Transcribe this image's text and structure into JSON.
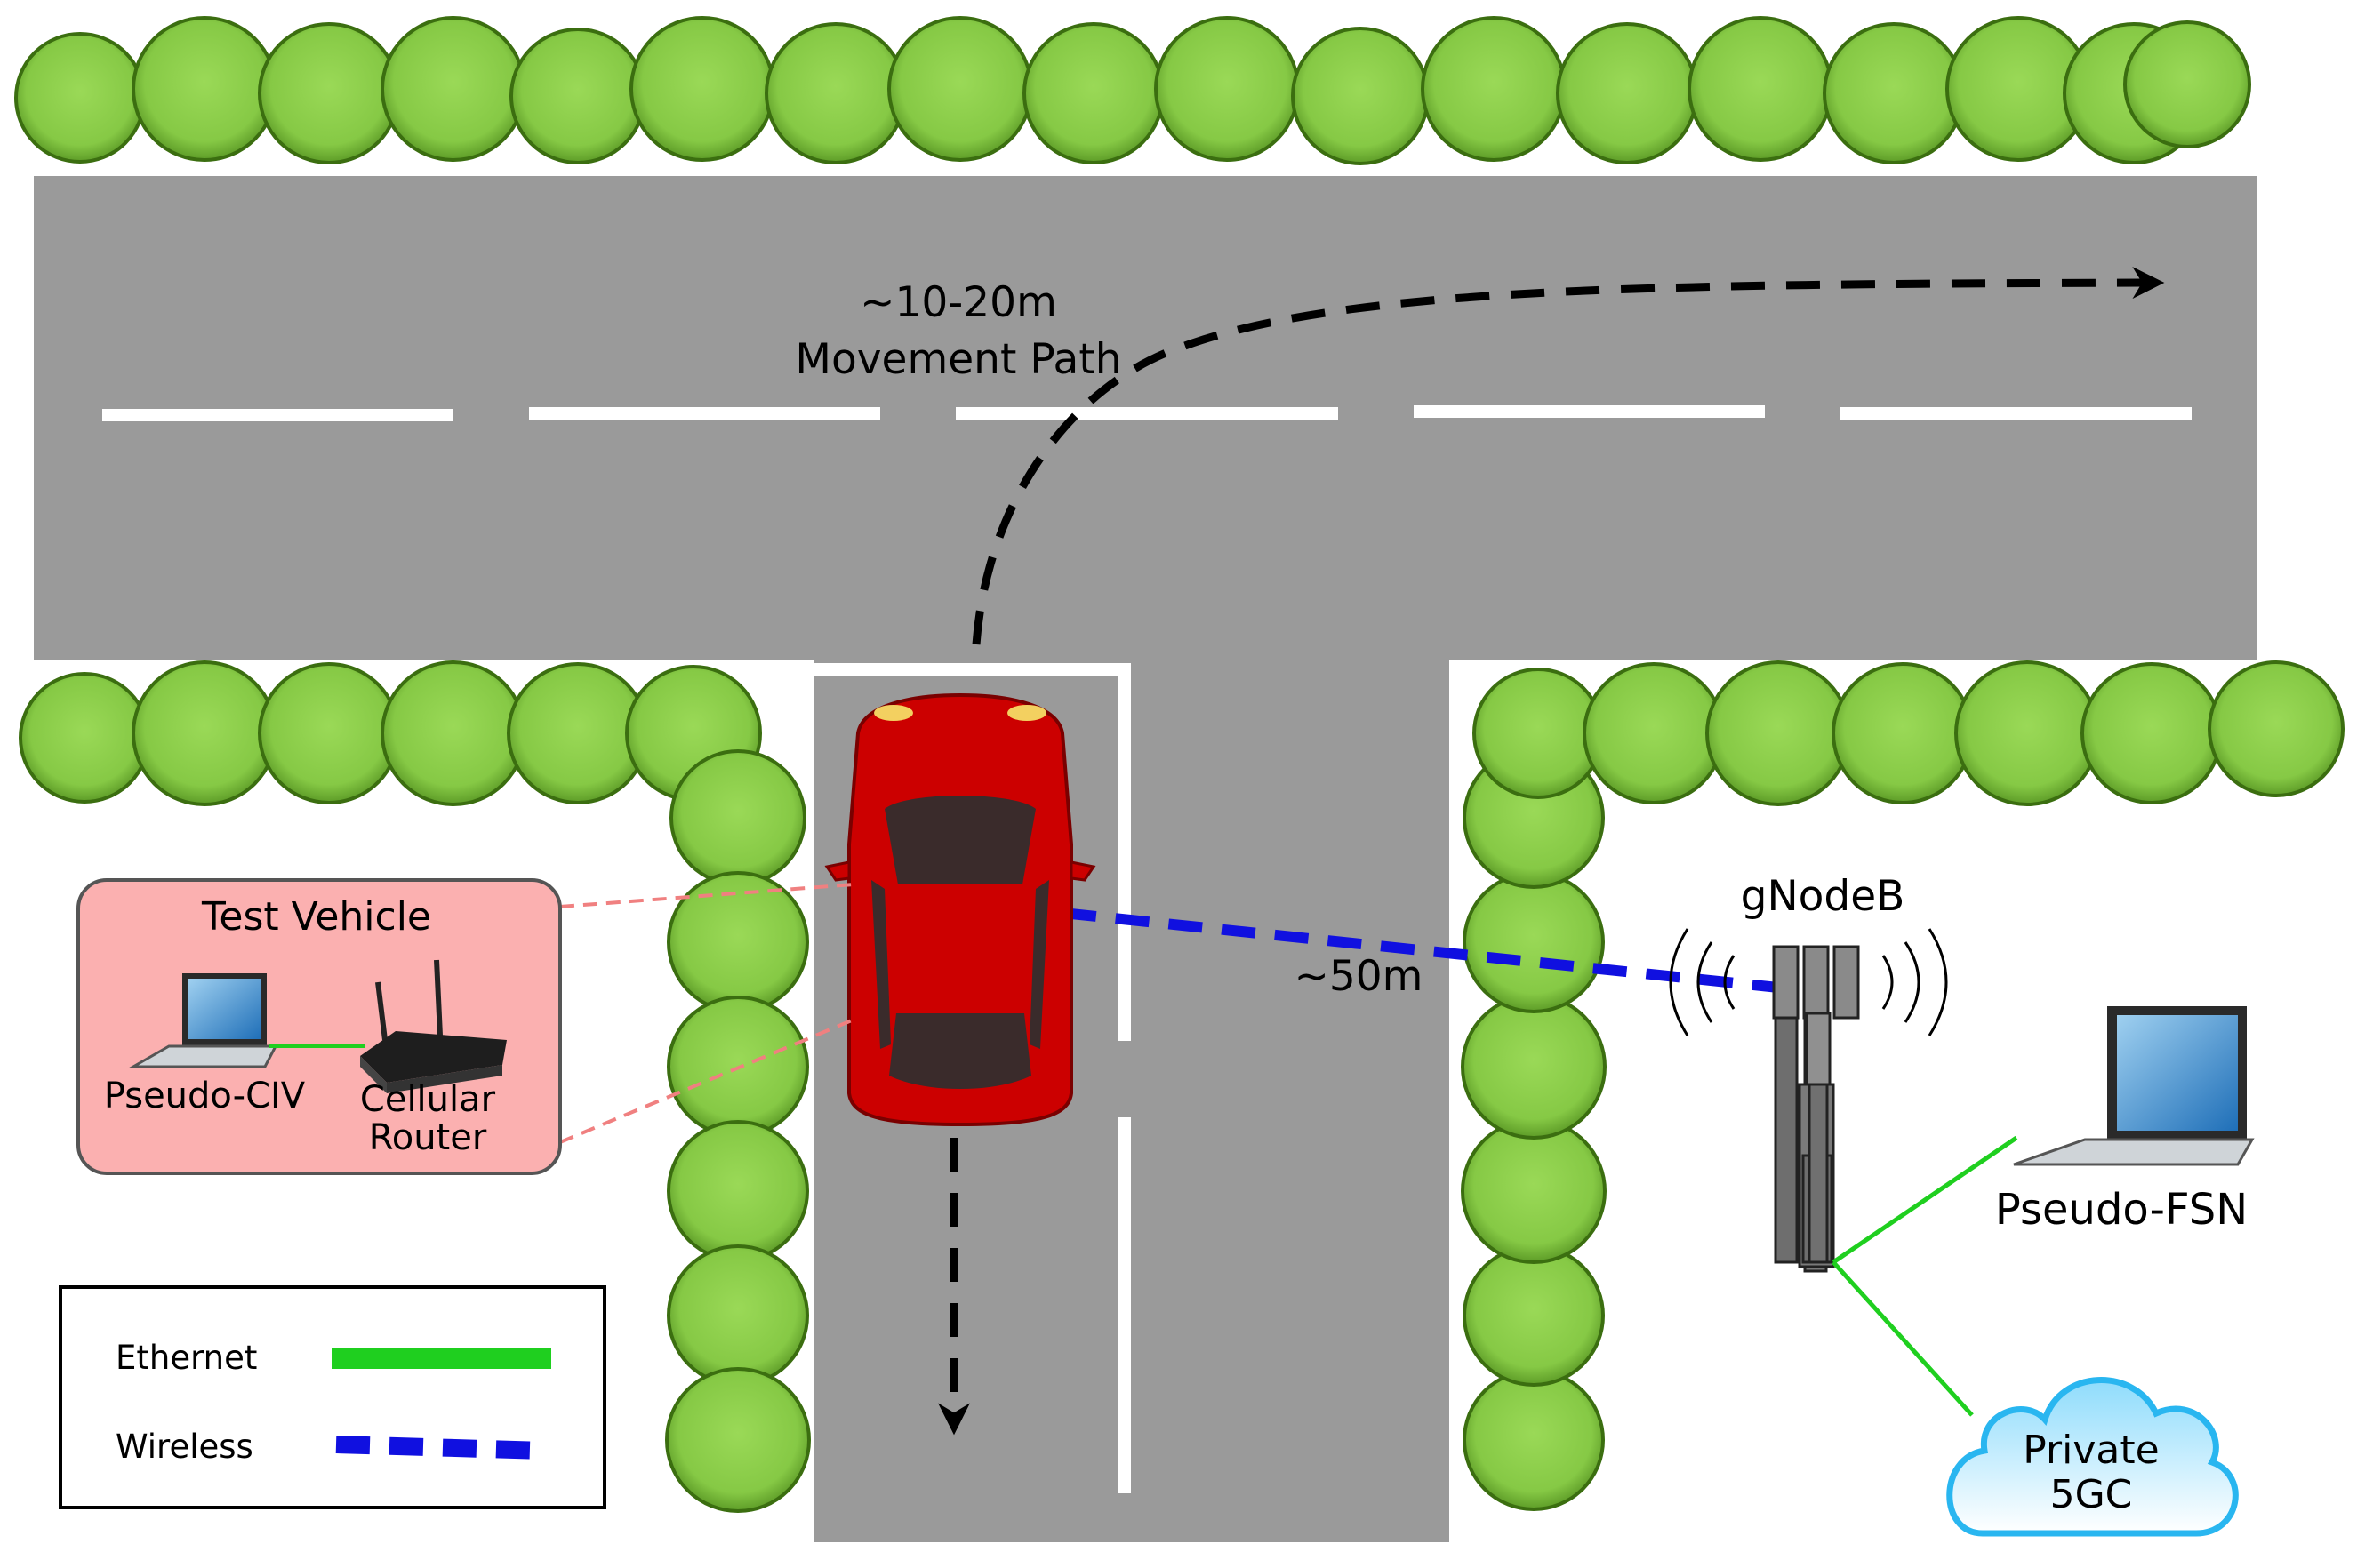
{
  "labels": {
    "movement_line1": "~10-20m",
    "movement_line2": "Movement Path",
    "distance": "~50m",
    "gnodeb": "gNodeB",
    "pseudo_fsn": "Pseudo-FSN",
    "cloud_line1": "Private",
    "cloud_line2": "5GC"
  },
  "test_vehicle": {
    "title": "Test Vehicle",
    "pseudo_civ": "Pseudo-CIV",
    "router_line1": "Cellular",
    "router_line2": "Router"
  },
  "legend": {
    "ethernet": "Ethernet",
    "wireless": "Wireless"
  },
  "colors": {
    "road": "#9a9a9a",
    "tree": "#8dd14a",
    "car": "#cc0000",
    "ethernet": "#1fcf1f",
    "wireless": "#1010e0",
    "vehicle_box": "#fbb0b0",
    "cloud": "#29b6f0"
  },
  "icons": [
    "tree-icon",
    "car-icon",
    "laptop-icon",
    "router-icon",
    "cell-tower-icon",
    "cloud-icon"
  ]
}
